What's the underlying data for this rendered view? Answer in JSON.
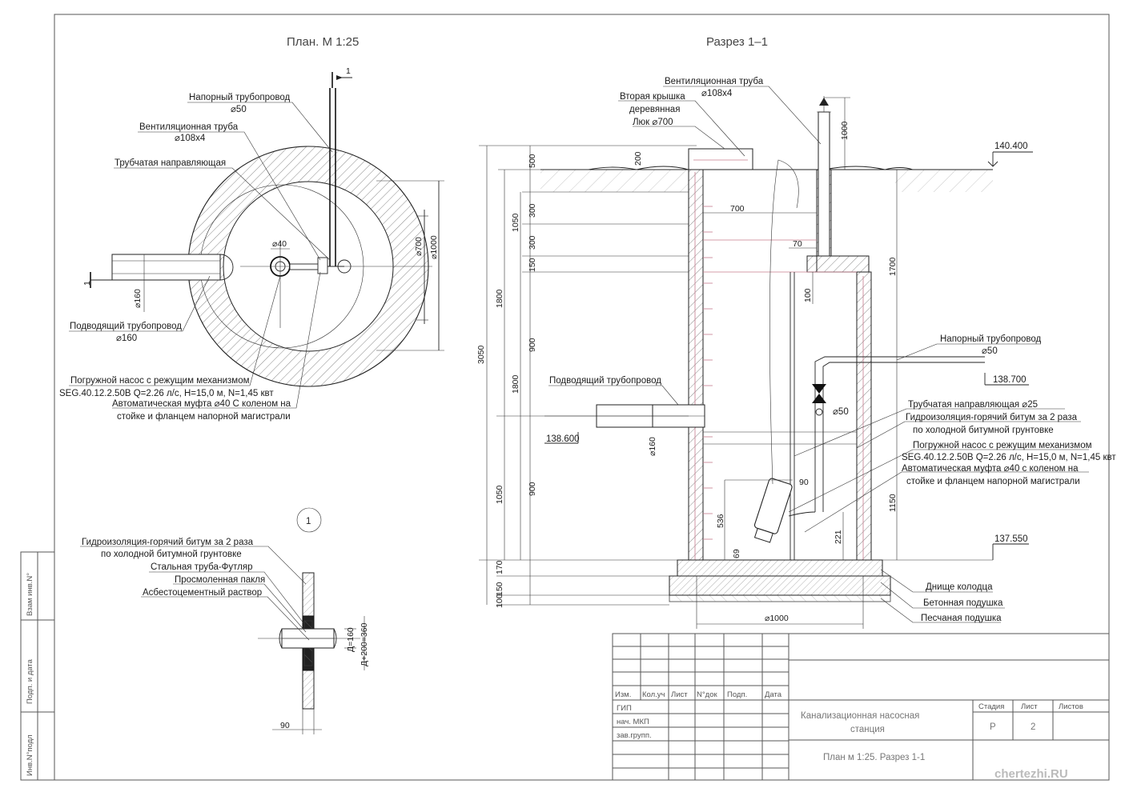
{
  "plan": {
    "title": "План. М 1:25",
    "section_mark": "1",
    "labels": {
      "pressure_pipe": "Напорный трубопровод",
      "pressure_pipe_d": "⌀50",
      "vent_pipe": "Вентиляционная труба",
      "vent_pipe_d": "⌀108х4",
      "guide_tube": "Трубчатая направляющая",
      "inlet_pipe": "Подводящий трубопровод",
      "inlet_pipe_d": "⌀160",
      "pump_l1": "Погружной насос с режущим механизмом",
      "pump_l2": "SEG.40.12.2.50B Q=2.26 л/с, H=15,0 м, N=1,45 квт",
      "pump_l3": "Автоматическая муфта ⌀40 С коленом на",
      "pump_l4": "стойке и фланцем напорной магистрали"
    },
    "dims": {
      "d40": "⌀40",
      "d160": "⌀160",
      "d700": "⌀700",
      "d1000": "⌀1000"
    }
  },
  "section": {
    "title": "Разрез 1–1",
    "labels": {
      "vent_pipe": "Вентиляционная труба",
      "vent_pipe_d": "⌀108х4",
      "second_cover_1": "Вторая крышка",
      "second_cover_2": "деревянная",
      "hatch": "Люк ⌀700",
      "pressure_pipe": "Напорный трубопровод",
      "pressure_pipe_d": "⌀50",
      "inlet_pipe": "Подводящий трубопровод",
      "guide_tube": "Трубчатая направляющая ⌀25",
      "waterproof_1": "Гидроизоляция-горячий битум за 2 раза",
      "waterproof_2": "по холодной битумной грунтовке",
      "pump_l1": "Погружной насос с режущим механизмом",
      "pump_l2": "SEG.40.12.2.50B Q=2.26 л/с, H=15,0 м, N=1,45 квт",
      "pump_l3": "Автоматическая муфта ⌀40 с коленом на",
      "pump_l4": "стойке и фланцем напорной магистрали",
      "bottom": "Днище колодца",
      "concrete_pad": "Бетонная подушка",
      "sand_pad": "Песчаная подушка",
      "d50": "⌀50"
    },
    "elevations": {
      "ground": "140.400",
      "pressure": "138.700",
      "inlet": "138.600",
      "bottom": "137.550"
    },
    "dims": {
      "total": "3050",
      "d1800a": "1800",
      "d1800b": "1800",
      "d1050a": "1050",
      "d1050b": "1050",
      "d500": "500",
      "d300a": "300",
      "d300b": "300",
      "d150": "150",
      "d900a": "900",
      "d900b": "900",
      "d170": "170",
      "d100": "100",
      "d150b": "150",
      "d200": "200",
      "d700": "700",
      "d70": "70",
      "d100b": "100",
      "d1000": "1000",
      "d1700": "1700",
      "d1150": "1150",
      "d90": "90",
      "d536": "536",
      "d69": "69",
      "d221": "221",
      "d1000b": "⌀1000",
      "d160": "⌀160"
    }
  },
  "node": {
    "mark": "1",
    "labels": {
      "waterproof_1": "Гидроизоляция-горячий битум за 2 раза",
      "waterproof_2": "по холодной битумной грунтовке",
      "steel_case": "Стальная труба-Футляр",
      "oakum": "Просмоленная пакля",
      "asbestos": "Асбестоцементный раствор"
    },
    "dims": {
      "d1": "Д=160",
      "d2": "Д+200=360",
      "d90": "90"
    }
  },
  "side_stamp": [
    "Взам инв.N°",
    "Подп. и дата",
    "Инв.N°подл"
  ],
  "stamp": {
    "columns": [
      "Изм.",
      "Кол.уч",
      "Лист",
      "N°док",
      "Подп.",
      "Дата"
    ],
    "rows": [
      "ГИП",
      "нач. МКП",
      "зав.групп."
    ],
    "project_1": "Канализационная насосная",
    "project_2": "станция",
    "sheet_title": "План м 1:25. Разрез 1-1",
    "stage_label": "Стадия",
    "sheet_label": "Лист",
    "sheets_label": "Листов",
    "stage": "Р",
    "sheet": "2",
    "sheets": ""
  },
  "watermark": "chertezhi.RU"
}
